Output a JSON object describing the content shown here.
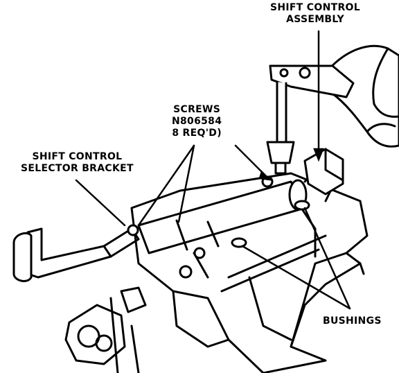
{
  "labels": {
    "shift_control_assembly": [
      "SHIFT CONTROL",
      "ASSEMBLY"
    ],
    "screws": [
      "SCREWS",
      "N806584",
      "8 REQ'D)"
    ],
    "selector_bracket": [
      "SHIFT CONTROL",
      "SELECTOR BRACKET"
    ],
    "bushings": "BUSHINGS"
  },
  "colors": {
    "ink": "#000000",
    "paper": "#ffffff"
  }
}
